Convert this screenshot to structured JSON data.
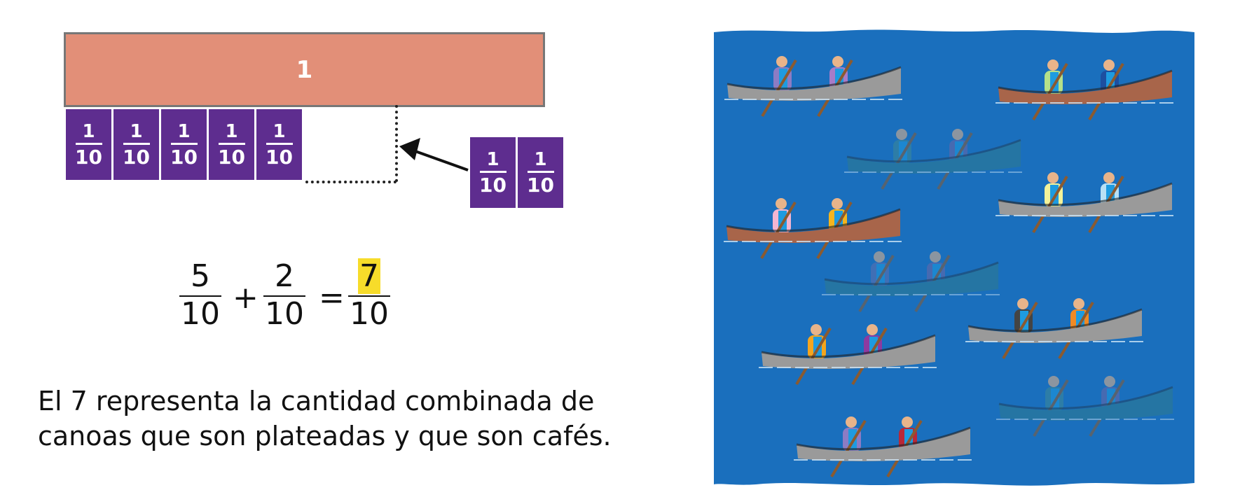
{
  "model": {
    "whole_label": "1",
    "placed_tiles": [
      {
        "numerator": "1",
        "denominator": "10"
      },
      {
        "numerator": "1",
        "denominator": "10"
      },
      {
        "numerator": "1",
        "denominator": "10"
      },
      {
        "numerator": "1",
        "denominator": "10"
      },
      {
        "numerator": "1",
        "denominator": "10"
      }
    ],
    "added_tiles": [
      {
        "numerator": "1",
        "denominator": "10"
      },
      {
        "numerator": "1",
        "denominator": "10"
      }
    ]
  },
  "equation": {
    "a": {
      "numerator": "5",
      "denominator": "10"
    },
    "plus": "+",
    "b": {
      "numerator": "2",
      "denominator": "10"
    },
    "equals": "=",
    "result": {
      "numerator": "7",
      "denominator": "10"
    }
  },
  "caption": {
    "line1": "El 7 representa la cantidad combinada de",
    "line2": "canoas que son plateadas y que son cafés."
  },
  "colors": {
    "water": "#1a6fbd",
    "whole_bar": "#e28f78",
    "tile": "#5e2d8f",
    "highlight": "#f7dc2a",
    "silver": "#9a9a9a",
    "brown": "#a8654a",
    "faded": "#2f7a8f"
  },
  "canoes": [
    {
      "type": "silver",
      "jackets": [
        "#8c7cc4",
        "#a77cc8"
      ]
    },
    {
      "type": "brown",
      "jackets": [
        "#b5e08a",
        "#1d4fa0"
      ]
    },
    {
      "type": "faded",
      "jackets": [
        "#3d8a96",
        "#6a66a8"
      ]
    },
    {
      "type": "silver",
      "jackets": [
        "#f3f29a",
        "#b8e0f5"
      ]
    },
    {
      "type": "brown",
      "jackets": [
        "#f3b6d2",
        "#f4b51e"
      ]
    },
    {
      "type": "faded",
      "jackets": [
        "#5f70b0",
        "#6a66a8"
      ]
    },
    {
      "type": "silver",
      "jackets": [
        "#444",
        "#f08a24"
      ]
    },
    {
      "type": "silver",
      "jackets": [
        "#f4a51e",
        "#8d3aa0"
      ]
    },
    {
      "type": "faded",
      "jackets": [
        "#3d8a96",
        "#6a66a8"
      ]
    },
    {
      "type": "silver",
      "jackets": [
        "#8c7cc4",
        "#b82838"
      ]
    }
  ]
}
